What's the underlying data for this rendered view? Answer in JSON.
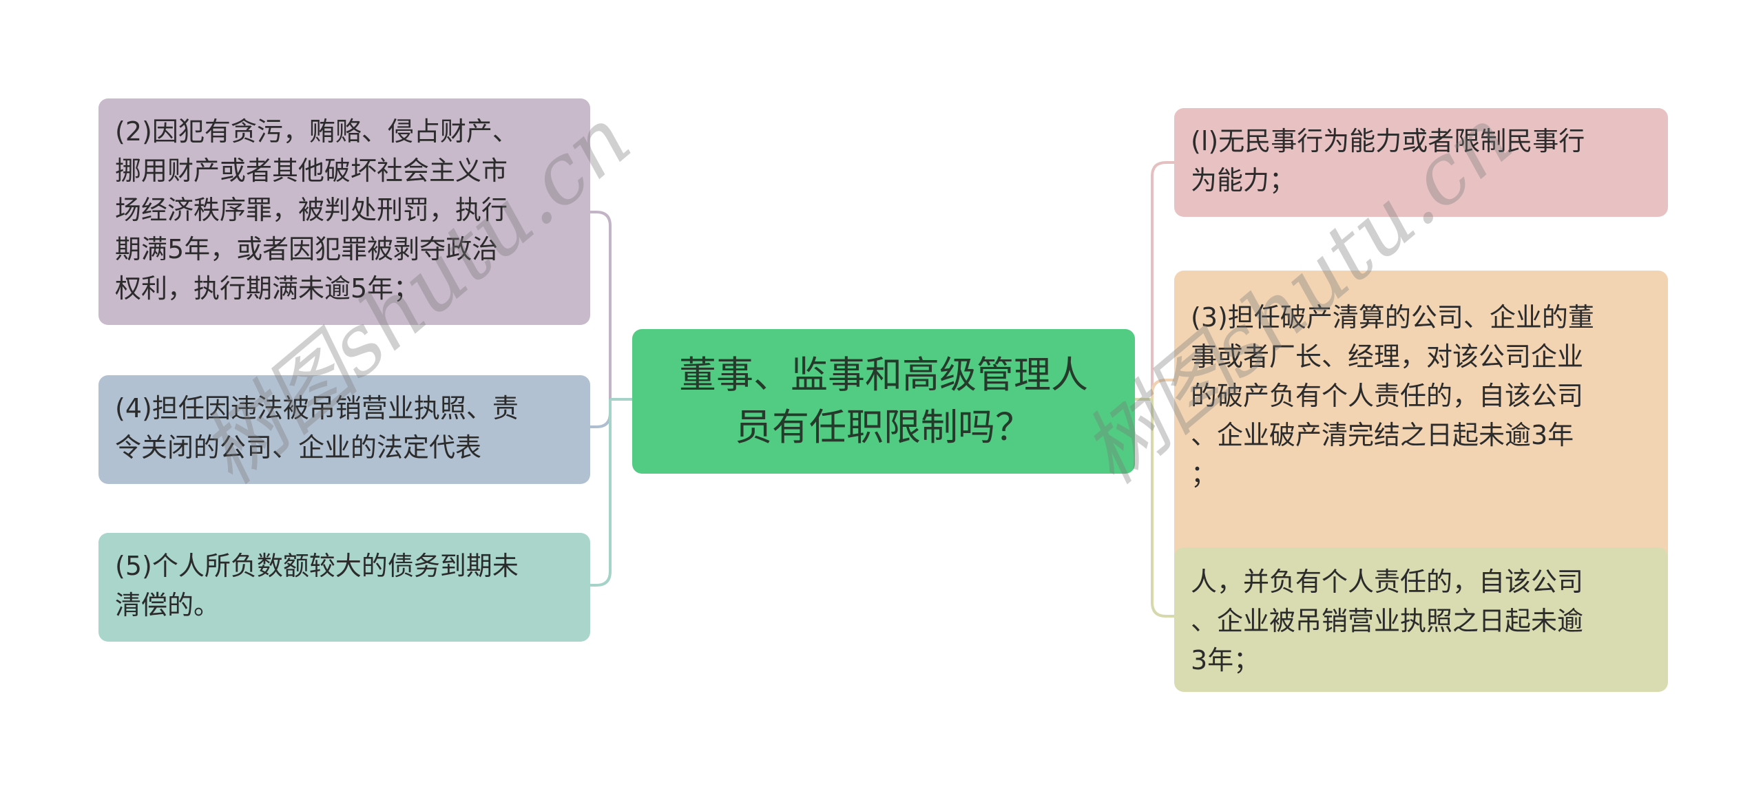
{
  "diagram": {
    "type": "mindmap",
    "root": {
      "label": "董事、监事和高级管理人\n员有任职限制吗？",
      "color": "#52cc82"
    },
    "left_branches": [
      {
        "label": "(2)因犯有贪污，贿赂、侵占财产、\n挪用财产或者其他破坏社会主义市\n场经济秩序罪，被判处刑罚，执行\n期满5年，或者因犯罪被剥夺政治\n权利，执行期满未逾5年；",
        "color": "#c8b9cb",
        "line_color": "#c2b4c6"
      },
      {
        "label": "(4)担任因违法被吊销营业执照、责\n令关闭的公司、企业的法定代表",
        "color": "#b2c1d2",
        "line_color": "#aebdcf"
      },
      {
        "label": "(5)个人所负数额较大的债务到期未\n清偿的。",
        "color": "#a9d5cb",
        "line_color": "#a6d3c8"
      }
    ],
    "right_branches": [
      {
        "label": "(l)无民事行为能力或者限制民事行\n为能力；",
        "color": "#e8c2c3",
        "line_color": "#e4c0c1"
      },
      {
        "label": "(3)担任破产清算的公司、企业的董\n事或者厂长、经理，对该公司企业\n的破产负有个人责任的，自该公司\n、企业破产清完结之日起未逾3年\n；",
        "color": "#f2d4b3",
        "line_color": "#f0d2b0"
      },
      {
        "label": "人，并负有个人责任的，自该公司\n、企业被吊销营业执照之日起未逾\n3年；",
        "color": "#d9dcb1",
        "line_color": "#d6d9ac"
      }
    ],
    "center_line_color_left": "#a6d3c8",
    "center_line_color_right": "#d6d9ac"
  },
  "watermarks": [
    "树图shutu.cn",
    "树图shutu.cn"
  ]
}
